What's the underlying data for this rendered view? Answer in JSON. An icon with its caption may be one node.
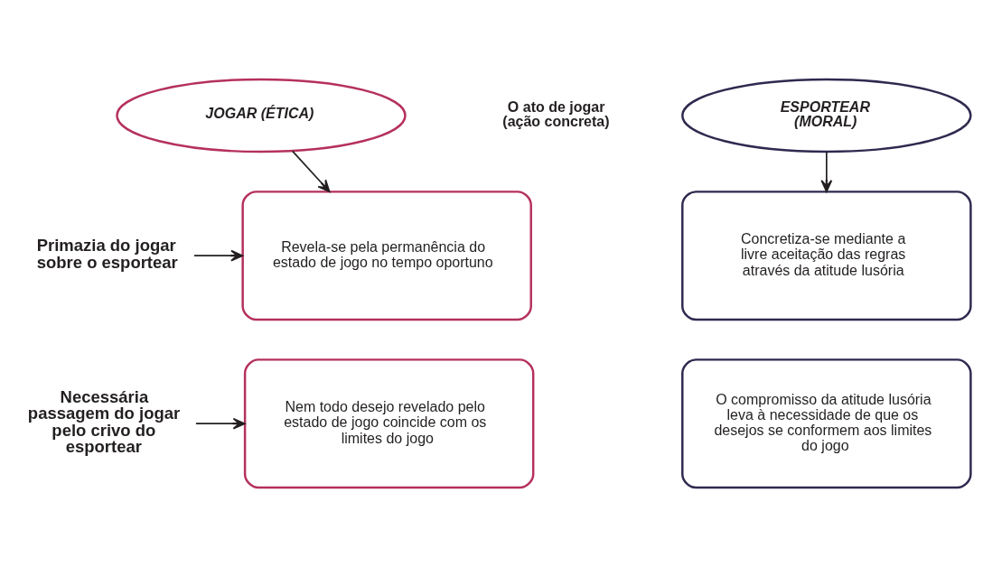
{
  "diagram": {
    "nodes": [
      {
        "text": [
          "JOGAR (ÉTICA)"
        ]
      },
      {
        "text": [
          "O ato de jogar (ação concreta)"
        ]
      },
      {
        "text": [
          "ESPORTEAR (MORAL)"
        ]
      },
      {
        "text": [
          "Primazia do jogar sobre o esportear"
        ]
      },
      {
        "text": [
          "Revela-se pela permanência do estado de jogo no tempo oportuno"
        ]
      },
      {
        "text": [
          "Concretiza-se mediante a livre aceitação das regras através da atitude lusória"
        ]
      },
      {
        "text": [
          "Necessária passagem do jogar pelo crivo do esportear"
        ]
      },
      {
        "text": [
          "Nem todo desejo revelado pelo estado de jogo coincide com os limites do jogo"
        ]
      },
      {
        "text": [
          "O compromisso da atitude lusória leva à necessidade de que os desejos se conformem aos limites do jogo"
        ]
      }
    ],
    "edges": [
      {
        "from": 0,
        "to": 4,
        "arrow": "to"
      },
      {
        "from": 2,
        "to": 5,
        "arrow": "to"
      },
      {
        "from": 3,
        "to": 4,
        "arrow": "to"
      },
      {
        "from": 6,
        "to": 7,
        "arrow": "to"
      }
    ]
  }
}
